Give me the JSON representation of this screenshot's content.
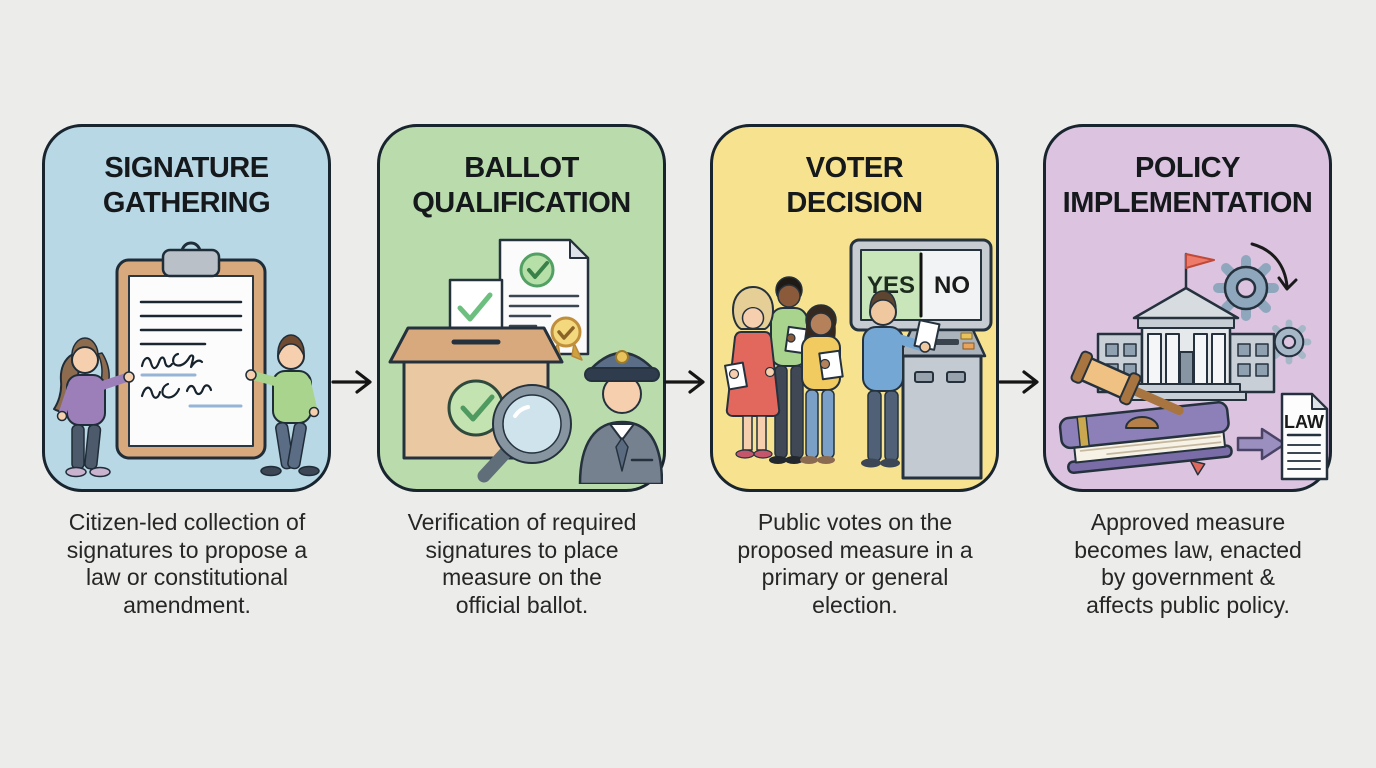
{
  "page": {
    "background_color": "#ECECEA",
    "card_border_color": "#18242E",
    "arrow_color": "#151515"
  },
  "steps": [
    {
      "title": "SIGNATURE\nGATHERING",
      "description": "Citizen-led collection of\nsignatures to propose a\nlaw or constitutional\namendment.",
      "card_color": "#B9D8E6",
      "icons": [
        "clipboard-icon",
        "signature-icon",
        "person-woman",
        "person-man"
      ]
    },
    {
      "title": "BALLOT\nQUALIFICATION",
      "description": "Verification of required\nsignatures to place\nmeasure on the\nofficial ballot.",
      "card_color": "#BADCAD",
      "icons": [
        "ballot-box-icon",
        "certificate-icon",
        "rosette-icon",
        "police-officer-icon",
        "magnifier-icon"
      ]
    },
    {
      "title": "VOTER\nDECISION",
      "description": "Public votes on the\nproposed measure in a\nprimary or general\nelection.",
      "card_color": "#F7E38F",
      "screen": {
        "yes_label": "YES",
        "no_label": "NO"
      },
      "icons": [
        "yes-no-screen",
        "voting-kiosk-icon",
        "voter-queue"
      ]
    },
    {
      "title": "POLICY\nIMPLEMENTATION",
      "description": "Approved measure\nbecomes law, enacted\nby government &\naffects public policy.",
      "card_color": "#DCC4E0",
      "document_label": "LAW",
      "icons": [
        "government-building-icon",
        "gear-icon",
        "gavel-icon",
        "law-book-icon",
        "law-document-icon"
      ]
    }
  ]
}
